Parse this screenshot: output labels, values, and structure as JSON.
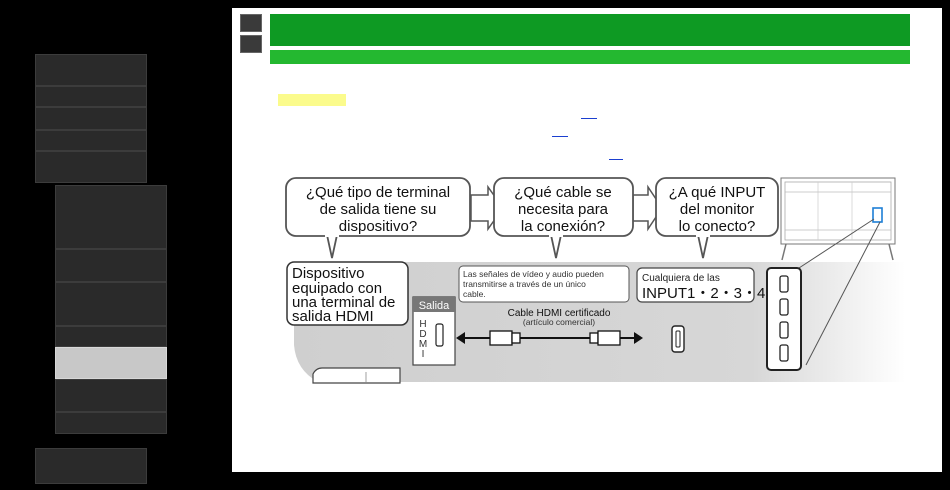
{
  "diagram": {
    "questions": {
      "q1": [
        "¿Qué tipo de terminal",
        "de salida tiene su",
        "dispositivo?"
      ],
      "q2": [
        "¿Qué cable se",
        "necesita para",
        "la conexión?"
      ],
      "q3": [
        "¿A qué INPUT",
        "del monitor",
        "lo conecto?"
      ]
    },
    "device_label": [
      "Dispositivo",
      "equipado con",
      "una terminal de",
      "salida HDMI"
    ],
    "output_tab": "Salida",
    "hdmi_vertical": [
      "H",
      "D",
      "M",
      "I"
    ],
    "cable_note": [
      "Las señales de vídeo y audio pueden",
      "transmitirse a través de un único",
      "cable."
    ],
    "cable_name": "Cable HDMI certificado",
    "cable_sub": "(artículo comercial)",
    "input_small": "Cualquiera de las",
    "input_big": "INPUT1・2・3・4"
  },
  "colors": {
    "header_green": "#0e9a23",
    "subheader_green": "#24b830",
    "highlight": "#fbfb8c",
    "link_blue": "#1b3fd0"
  }
}
